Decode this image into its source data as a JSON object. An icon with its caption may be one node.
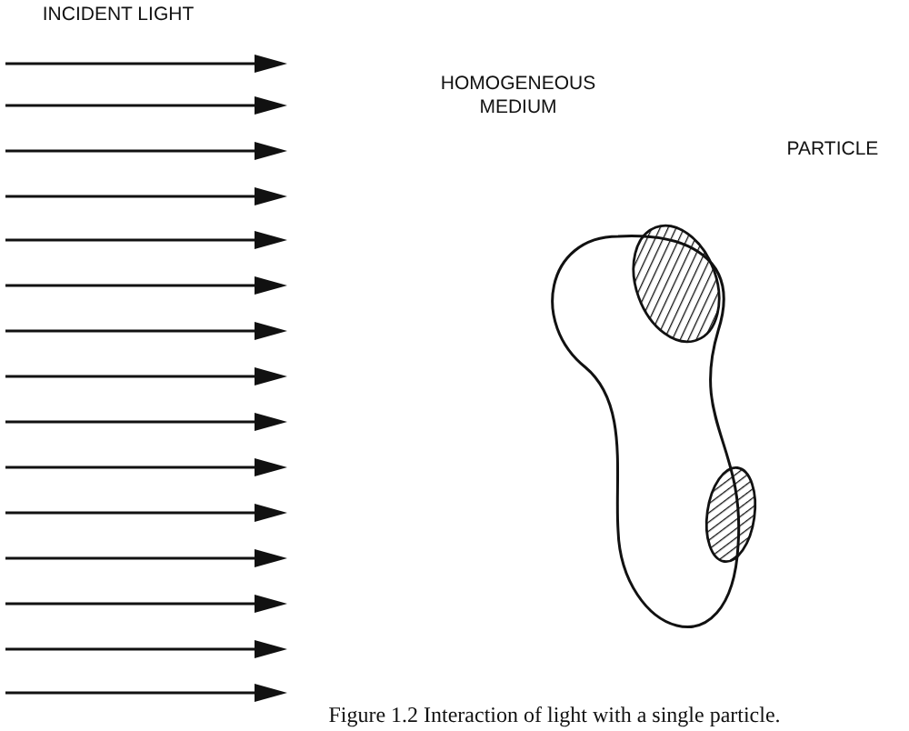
{
  "diagram": {
    "caption": "Figure 1.2 Interaction of light with a single particle.",
    "labels": [
      "INCIDENT LIGHT",
      "HOMOGENEOUS MEDIUM",
      "PARTICLE"
    ]
  }
}
